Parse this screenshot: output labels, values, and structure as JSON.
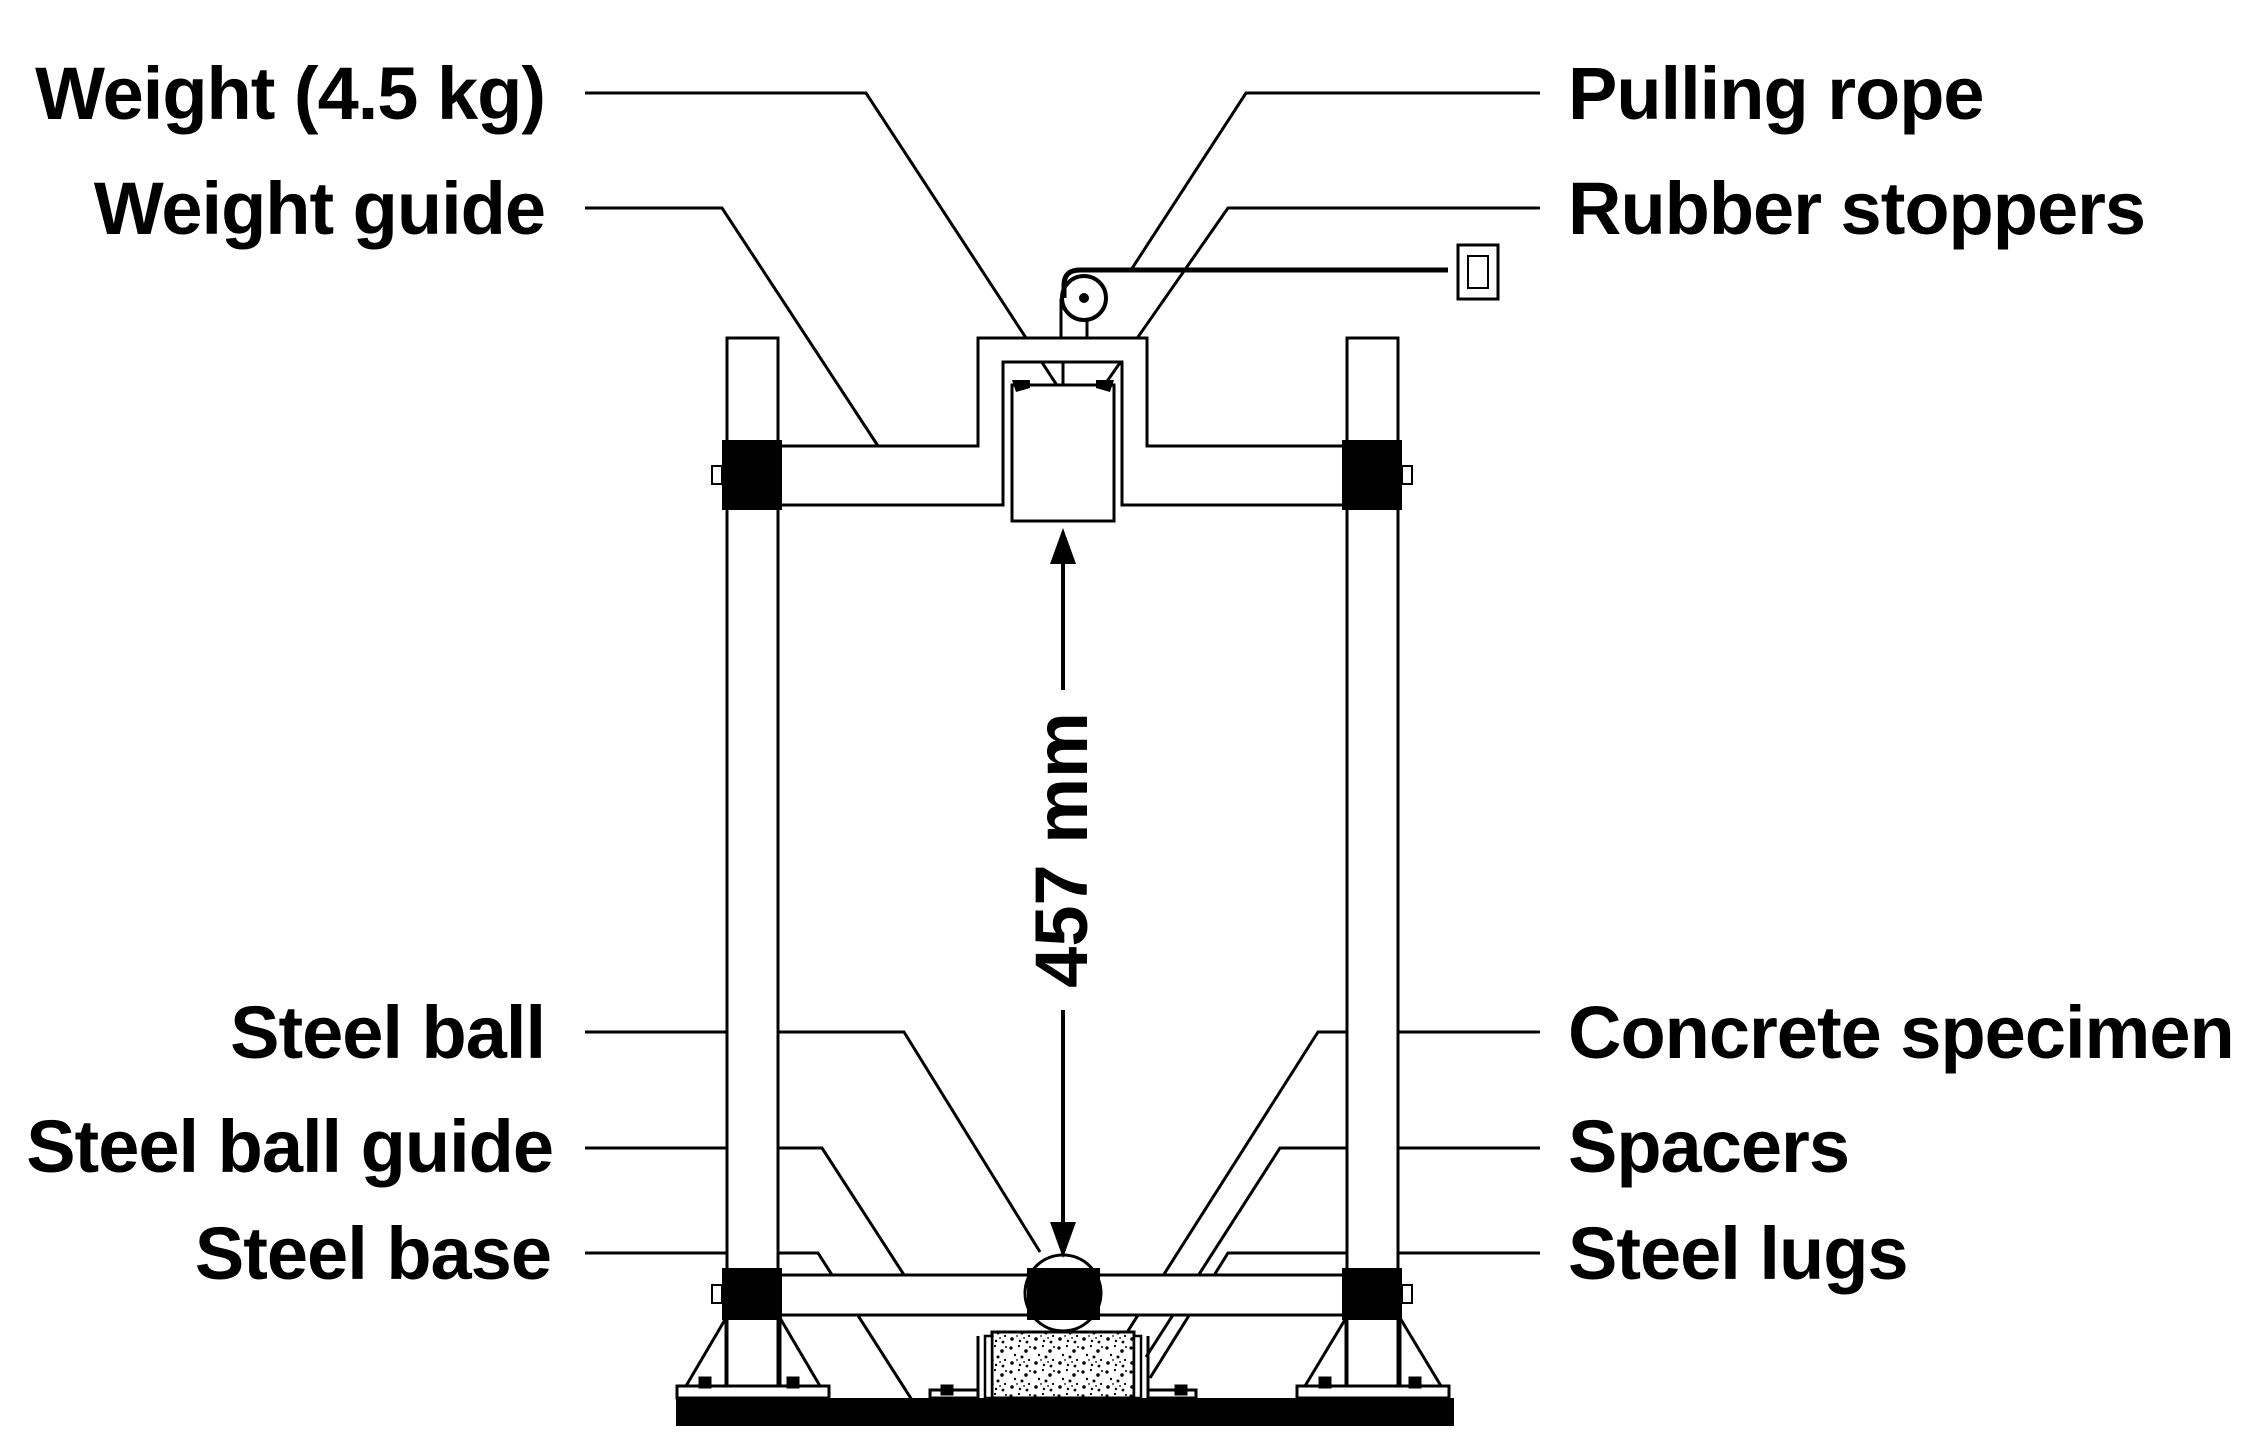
{
  "labels": {
    "weight": "Weight (4.5 kg)",
    "weight_guide": "Weight guide",
    "steel_ball": "Steel ball",
    "steel_ball_guide": "Steel ball guide",
    "steel_base": "Steel base",
    "pulling_rope": "Pulling rope",
    "rubber_stoppers": "Rubber stoppers",
    "concrete_specimen": "Concrete specimen",
    "spacers": "Spacers",
    "steel_lugs": "Steel lugs"
  },
  "dimension": {
    "drop_height": "457 mm"
  }
}
